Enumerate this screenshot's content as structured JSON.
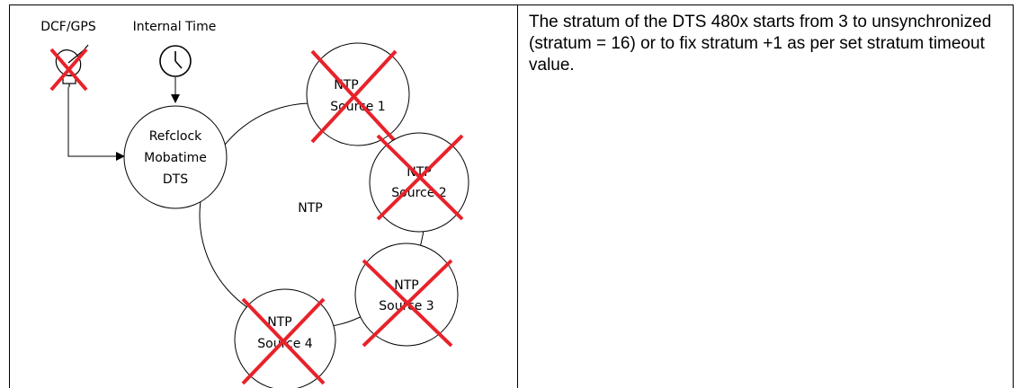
{
  "diagram": {
    "labels": {
      "dcf_gps": "DCF/GPS",
      "internal_time": "Internal Time",
      "ntp_ring": "NTP"
    },
    "refclock": {
      "line1": "Refclock",
      "line2": "Mobatime",
      "line3": "DTS"
    },
    "sources": [
      {
        "line1": "NTP",
        "line2": "Source 1"
      },
      {
        "line1": "NTP",
        "line2": "Source 2"
      },
      {
        "line1": "NTP",
        "line2": "Source 3"
      },
      {
        "line1": "NTP",
        "line2": "Source 4"
      }
    ],
    "failure_marker_color": "#e8222a",
    "icons": [
      "satellite-dish-icon",
      "clock-icon"
    ]
  },
  "description": {
    "text": "The stratum of the DTS 480x starts from 3 to unsynchronized (stratum = 16) or to fix stratum +1 as per set stratum timeout value."
  }
}
